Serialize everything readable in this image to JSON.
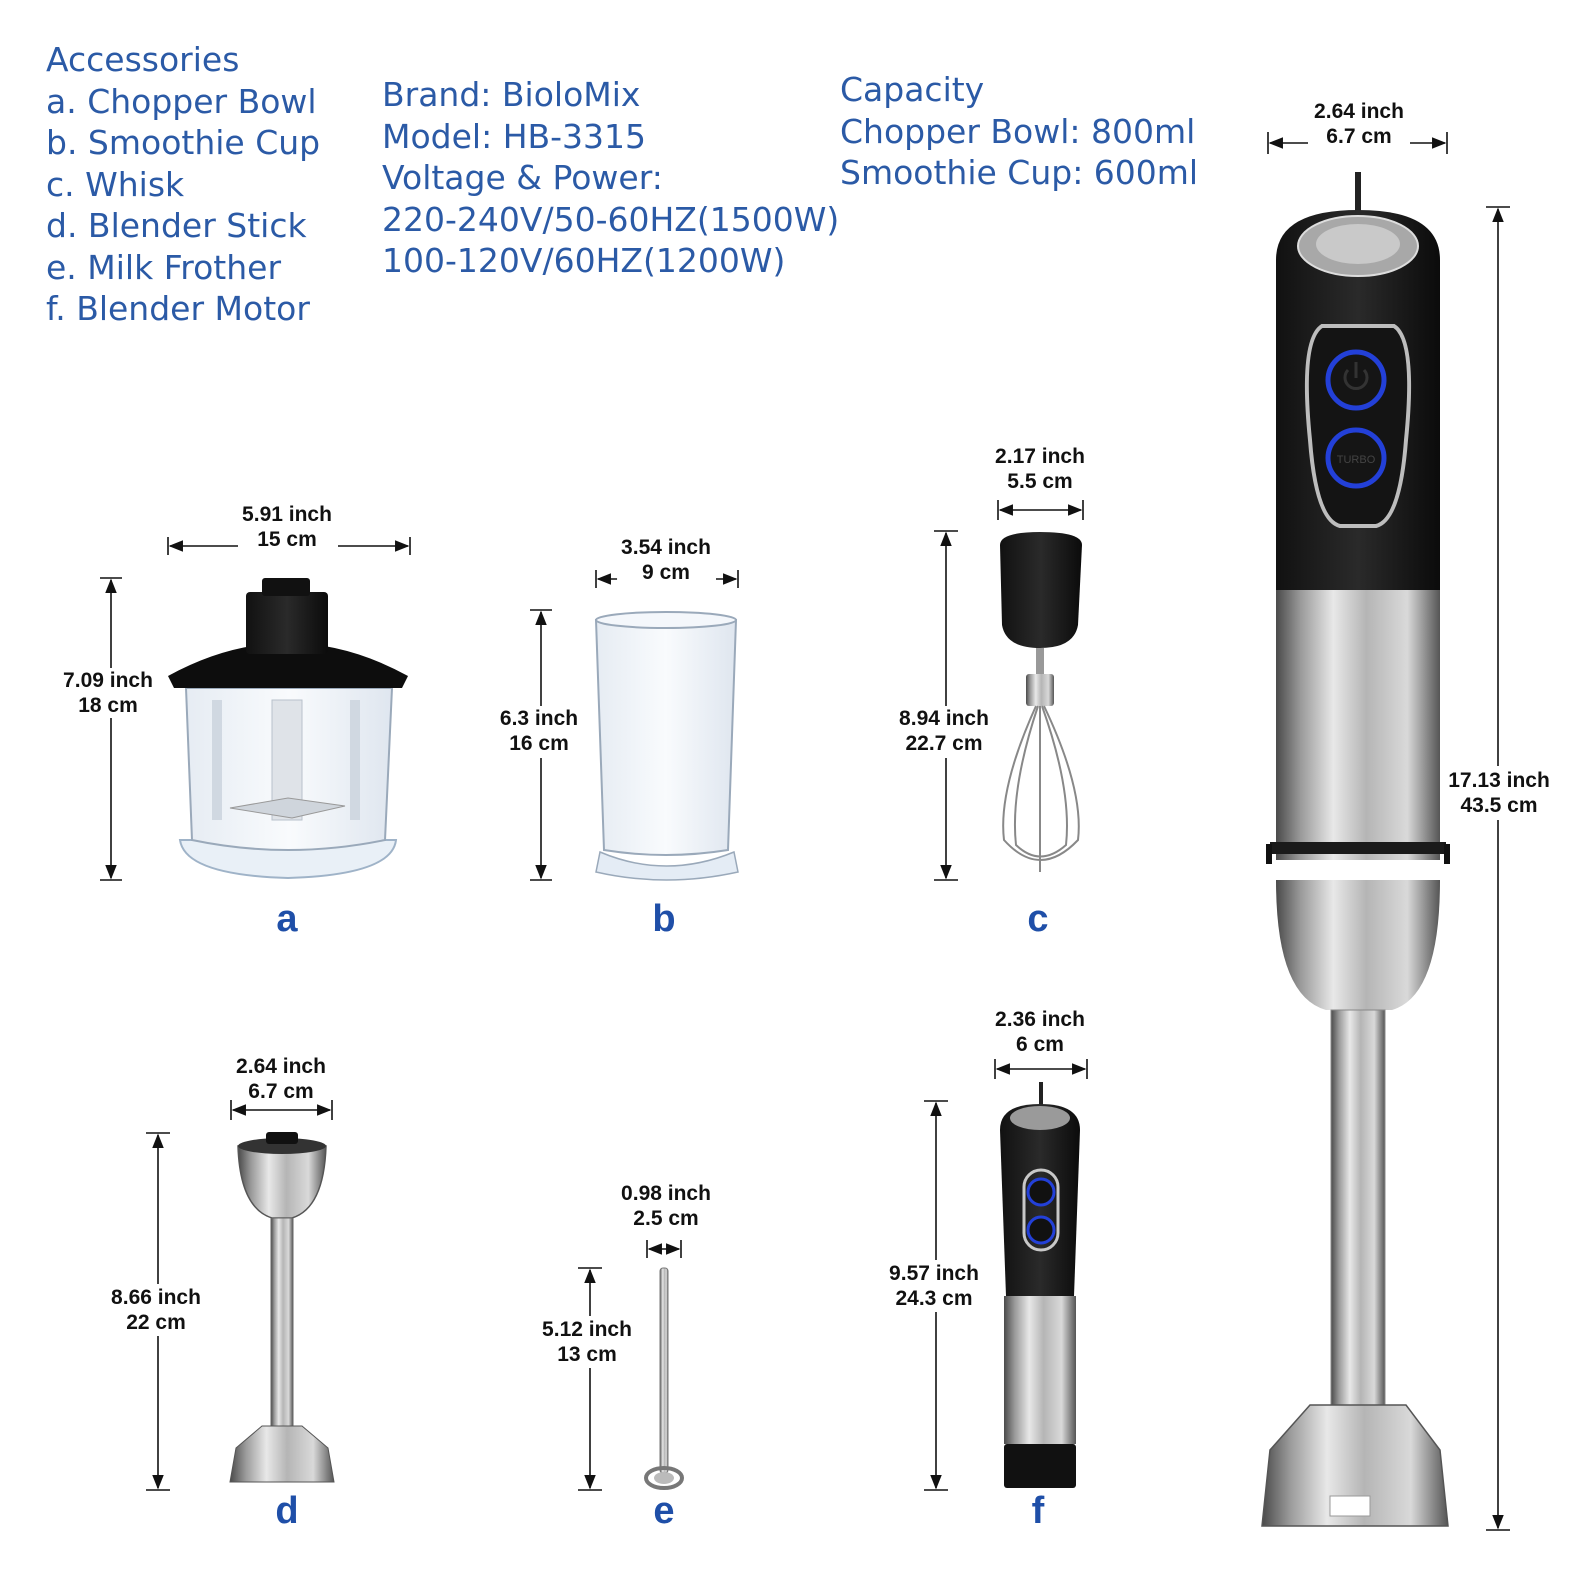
{
  "accessories": {
    "heading": "Accessories",
    "items": [
      "a. Chopper Bowl",
      "b. Smoothie Cup",
      "c. Whisk",
      "d. Blender Stick",
      "e. Milk Frother",
      "f. Blender Motor"
    ]
  },
  "specs": {
    "lines": [
      "Brand: BioloMix",
      "Model: HB-3315",
      "Voltage & Power:",
      "220-240V/50-60HZ(1500W)",
      "100-120V/60HZ(1200W)"
    ]
  },
  "capacity": {
    "lines": [
      "Capacity",
      "Chopper Bowl: 800ml",
      "Smoothie Cup: 600ml"
    ]
  },
  "products": {
    "a": {
      "letter": "a",
      "width": [
        "5.91 inch",
        "15 cm"
      ],
      "height": [
        "7.09 inch",
        "18 cm"
      ]
    },
    "b": {
      "letter": "b",
      "width": [
        "3.54 inch",
        "9 cm"
      ],
      "height": [
        "6.3 inch",
        "16 cm"
      ]
    },
    "c": {
      "letter": "c",
      "width": [
        "2.17 inch",
        "5.5 cm"
      ],
      "height": [
        "8.94 inch",
        "22.7 cm"
      ]
    },
    "d": {
      "letter": "d",
      "width": [
        "2.64 inch",
        "6.7 cm"
      ],
      "height": [
        "8.66 inch",
        "22 cm"
      ]
    },
    "e": {
      "letter": "e",
      "width": [
        "0.98 inch",
        "2.5 cm"
      ],
      "height": [
        "5.12 inch",
        "13 cm"
      ]
    },
    "f": {
      "letter": "f",
      "width": [
        "2.36 inch",
        "6 cm"
      ],
      "height": [
        "9.57 inch",
        "24.3 cm"
      ]
    },
    "full": {
      "width": [
        "2.64 inch",
        "6.7 cm"
      ],
      "height": [
        "17.13 inch",
        "43.5 cm"
      ],
      "turbo_label": "TURBO"
    }
  },
  "colors": {
    "text_blue": "#2b5aa6",
    "letter_blue": "#1f4fa8",
    "button_ring": "#2340d8"
  }
}
